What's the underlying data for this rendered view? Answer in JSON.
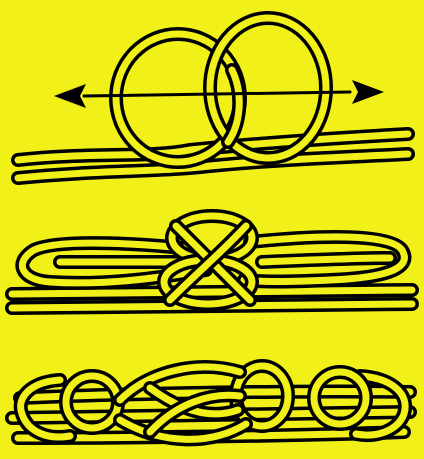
{
  "colors": {
    "background": "#f2f019",
    "line": "#000000"
  },
  "stages": [
    {
      "id": "step-1-two-loops",
      "has_pull_arrows": true
    },
    {
      "id": "step-2-tied-knot"
    },
    {
      "id": "step-3-dressed-knot"
    }
  ]
}
